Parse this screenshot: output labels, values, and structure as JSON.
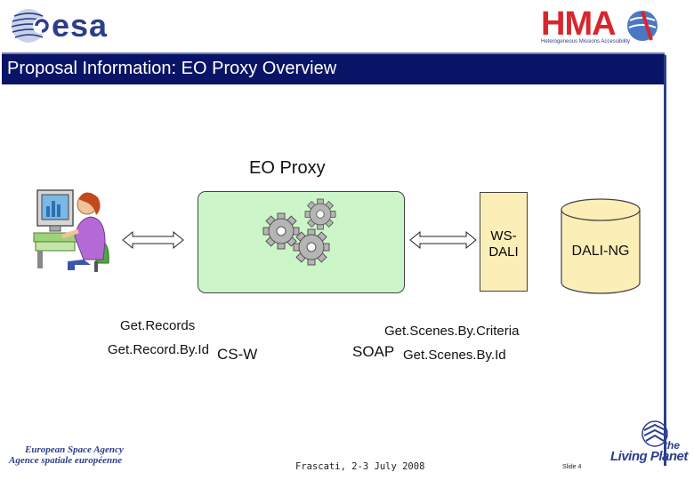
{
  "header": {
    "left_logo_text": "esa",
    "right_logo_text": "HMA",
    "right_logo_tagline": "Heterogeneous Missions Accessibility",
    "title": "Proposal Information:  EO Proxy Overview"
  },
  "diagram": {
    "proxy_label": "EO Proxy",
    "wsdali_label": "WS-DALI",
    "database_label": "DALI-NG",
    "left_ops": [
      "Get.Records",
      "Get.Record.By.Id"
    ],
    "left_protocol": "CS-W",
    "right_ops": [
      "Get.Scenes.By.Criteria",
      "Get.Scenes.By.Id"
    ],
    "right_protocol": "SOAP"
  },
  "footer": {
    "agency_en": "European Space Agency",
    "agency_fr": "Agence spatiale européenne",
    "date": "Frascati, 2-3 July 2008",
    "slide": "Slide 4",
    "brand_line1": "the",
    "brand_line2": "Living Planet"
  },
  "colors": {
    "title_bar": "#0a1466",
    "proxy_fill": "#ccf5c9",
    "wsdali_fill": "#fbeeb7",
    "database_fill": "#fbeeb7",
    "esa_blue": "#2c3e8c",
    "hma_red": "#d8262e"
  }
}
